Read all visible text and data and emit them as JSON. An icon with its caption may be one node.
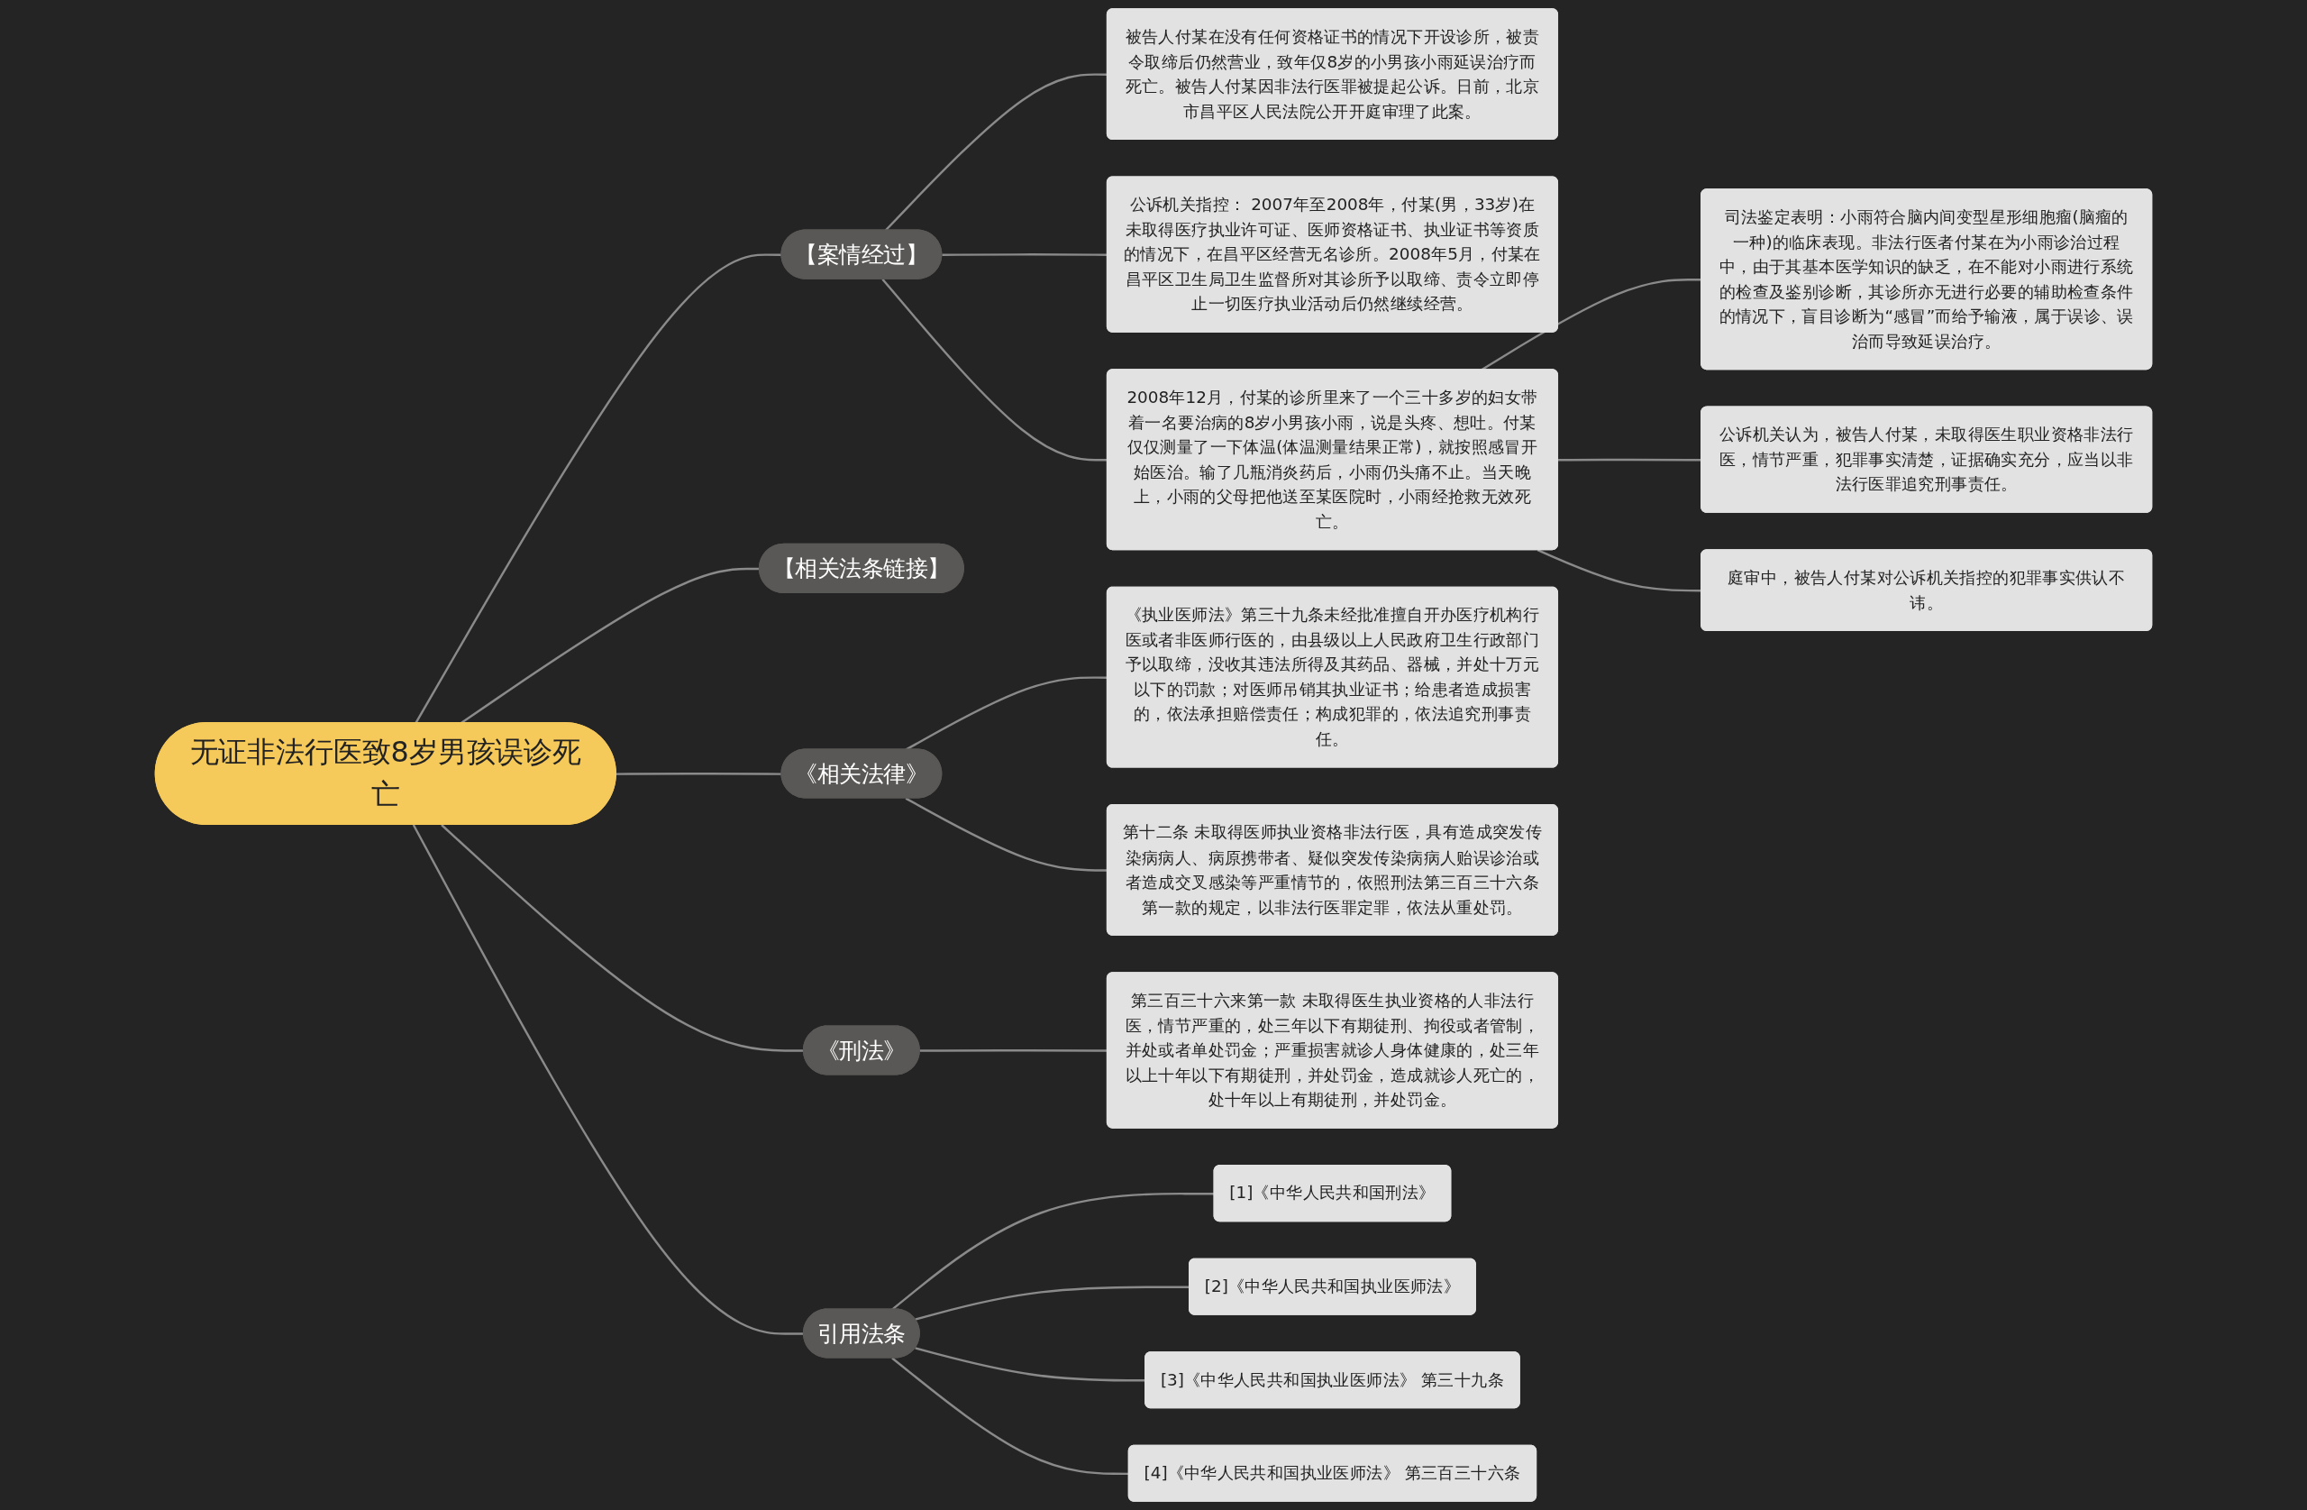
{
  "diagram": {
    "nodes": [
      {
        "text": [
          "无证非法行医致8岁男孩误诊死亡"
        ]
      },
      {
        "text": [
          "【案情经过】"
        ]
      },
      {
        "text": [
          "被告人付某在没有任何资格证书的情况下开设诊所，被责令取缔后仍然营业，致年仅8岁的小男孩小雨延误治疗而死亡。被告人付某因非法行医罪被提起公诉。日前，北京市昌平区人民法院公开开庭审理了此案。"
        ]
      },
      {
        "text": [
          "公诉机关指控： 2007年至2008年，付某(男，33岁)在未取得医疗执业许可证、医师资格证书、执业证书等资质的情况下，在昌平区经营无名诊所。2008年5月，付某在昌平区卫生局卫生监督所对其诊所予以取缔、责令立即停止一切医疗执业活动后仍然继续经营。"
        ]
      },
      {
        "text": [
          "2008年12月，付某的诊所里来了一个三十多岁的妇女带着一名要治病的8岁小男孩小雨，说是头疼、想吐。付某仅仅测量了一下体温(体温测量结果正常)，就按照感冒开始医治。输了几瓶消炎药后，小雨仍头痛不止。当天晚上，小雨的父母把他送至某医院时，小雨经抢救无效死亡。"
        ]
      },
      {
        "text": [
          "司法鉴定表明：小雨符合脑内间变型星形细胞瘤(脑瘤的一种)的临床表现。非法行医者付某在为小雨诊治过程中，由于其基本医学知识的缺乏，在不能对小雨进行系统的检查及鉴别诊断，其诊所亦无进行必要的辅助检查条件的情况下，盲目诊断为“感冒”而给予输液，属于误诊、误治而导致延误治疗。"
        ]
      },
      {
        "text": [
          "公诉机关认为，被告人付某，未取得医生职业资格非法行医，情节严重，犯罪事实清楚，证据确实充分，应当以非法行医罪追究刑事责任。"
        ]
      },
      {
        "text": [
          "庭审中，被告人付某对公诉机关指控的犯罪事实供认不讳。"
        ]
      },
      {
        "text": [
          "【相关法条链接】"
        ]
      },
      {
        "text": [
          "《相关法律》"
        ]
      },
      {
        "text": [
          "《执业医师法》第三十九条未经批准擅自开办医疗机构行医或者非医师行医的，由县级以上人民政府卫生行政部门予以取缔，没收其违法所得及其药品、器械，并处十万元以下的罚款；对医师吊销其执业证书；给患者造成损害的，依法承担赔偿责任；构成犯罪的，依法追究刑事责任。"
        ]
      },
      {
        "text": [
          "第十二条 未取得医师执业资格非法行医，具有造成突发传染病病人、病原携带者、疑似突发传染病病人贻误诊治或者造成交叉感染等严重情节的，依照刑法第三百三十六条第一款的规定，以非法行医罪定罪，依法从重处罚。"
        ]
      },
      {
        "text": [
          "《刑法》"
        ]
      },
      {
        "text": [
          "第三百三十六来第一款 未取得医生执业资格的人非法行医，情节严重的，处三年以下有期徒刑、拘役或者管制，并处或者单处罚金；严重损害就诊人身体健康的，处三年以上十年以下有期徒刑，并处罚金，造成就诊人死亡的，处十年以上有期徒刑，并处罚金。"
        ]
      },
      {
        "text": [
          "引用法条"
        ]
      },
      {
        "text": [
          "[1]《中华人民共和国刑法》"
        ]
      },
      {
        "text": [
          "[2]《中华人民共和国执业医师法》"
        ]
      },
      {
        "text": [
          "[3]《中华人民共和国执业医师法》 第三十九条"
        ]
      },
      {
        "text": [
          "[4]《中华人民共和国执业医师法》 第三百三十六条"
        ]
      }
    ],
    "edges": [
      {
        "from": 0,
        "to": 1,
        "arrow": "none"
      },
      {
        "from": 1,
        "to": 2,
        "arrow": "none"
      },
      {
        "from": 1,
        "to": 3,
        "arrow": "none"
      },
      {
        "from": 1,
        "to": 4,
        "arrow": "none"
      },
      {
        "from": 4,
        "to": 5,
        "arrow": "none"
      },
      {
        "from": 4,
        "to": 6,
        "arrow": "none"
      },
      {
        "from": 4,
        "to": 7,
        "arrow": "none"
      },
      {
        "from": 0,
        "to": 8,
        "arrow": "none"
      },
      {
        "from": 0,
        "to": 9,
        "arrow": "none"
      },
      {
        "from": 9,
        "to": 10,
        "arrow": "none"
      },
      {
        "from": 9,
        "to": 11,
        "arrow": "none"
      },
      {
        "from": 0,
        "to": 12,
        "arrow": "none"
      },
      {
        "from": 12,
        "to": 13,
        "arrow": "none"
      },
      {
        "from": 0,
        "to": 14,
        "arrow": "none"
      },
      {
        "from": 14,
        "to": 15,
        "arrow": "none"
      },
      {
        "from": 14,
        "to": 16,
        "arrow": "none"
      },
      {
        "from": 14,
        "to": 17,
        "arrow": "none"
      },
      {
        "from": 14,
        "to": 18,
        "arrow": "none"
      }
    ]
  }
}
